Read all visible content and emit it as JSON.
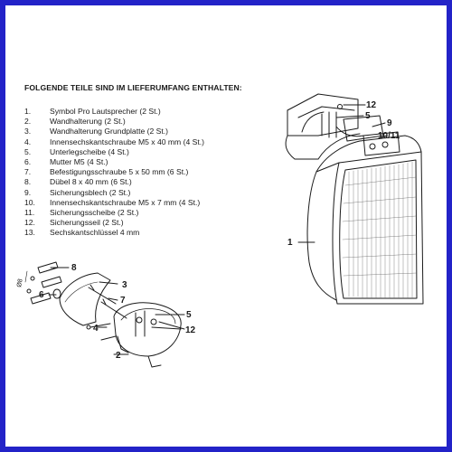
{
  "heading": "FOLGENDE TEILE SIND IM LIEFERUMFANG ENTHALTEN:",
  "parts": [
    {
      "num": "1.",
      "text": "Symbol Pro Lautsprecher (2 St.)"
    },
    {
      "num": "2.",
      "text": "Wandhalterung (2 St.)"
    },
    {
      "num": "3.",
      "text": "Wandhalterung Grundplatte (2 St.)"
    },
    {
      "num": "4.",
      "text": "Innensechskantschraube M5 x 40 mm (4 St.)"
    },
    {
      "num": "5.",
      "text": "Unterlegscheibe (4 St.)"
    },
    {
      "num": "6.",
      "text": "Mutter M5 (4 St.)"
    },
    {
      "num": "7.",
      "text": "Befestigungsschraube 5 x 50 mm (6 St.)"
    },
    {
      "num": "8.",
      "text": "Dübel 8 x 40 mm (6 St.)"
    },
    {
      "num": "9.",
      "text": "Sicherungsblech (2 St.)"
    },
    {
      "num": "10.",
      "text": "Innensechskantschraube M5 x 7 mm (4 St.)"
    },
    {
      "num": "11.",
      "text": "Sicherungsscheibe (2 St.)"
    },
    {
      "num": "12.",
      "text": "Sicherungsseil (2 St.)"
    },
    {
      "num": "13.",
      "text": "Sechskantschlüssel 4 mm"
    }
  ],
  "callouts": {
    "speaker": [
      "12",
      "5",
      "9",
      "10/11",
      "1"
    ],
    "mount": [
      "8",
      "3",
      "7",
      "6",
      "4",
      "5",
      "12",
      "2"
    ],
    "dimension": "Ø8"
  },
  "colors": {
    "border": "#2323c8",
    "line": "#1a1a1a"
  }
}
